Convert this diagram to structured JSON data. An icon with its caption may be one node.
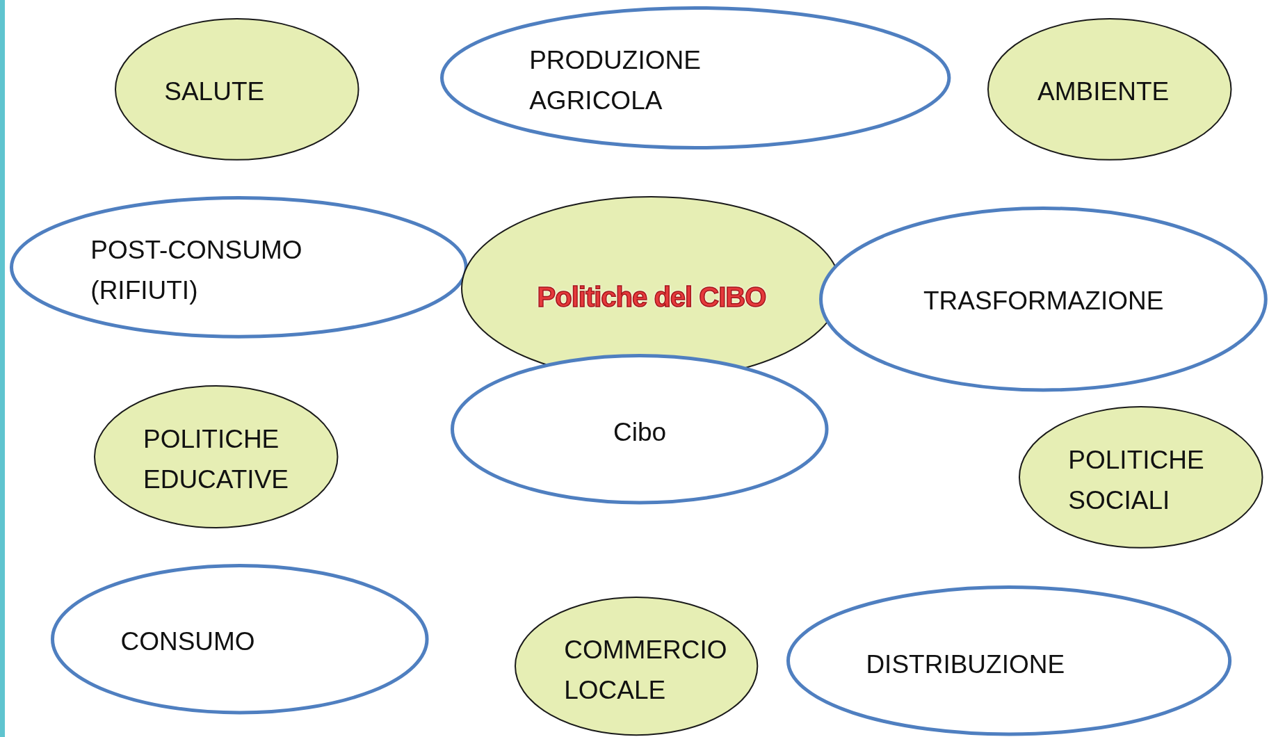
{
  "diagram": {
    "nodes": [
      {
        "text": [
          "SALUTE"
        ]
      },
      {
        "text": [
          "PRODUZIONE AGRICOLA"
        ]
      },
      {
        "text": [
          "AMBIENTE"
        ]
      },
      {
        "text": [
          "POST-CONSUMO (RIFIUTI)"
        ]
      },
      {
        "text": [
          "Politiche del CIBO"
        ]
      },
      {
        "text": [
          "TRASFORMAZIONE"
        ]
      },
      {
        "text": [
          "Cibo"
        ]
      },
      {
        "text": [
          "POLITICHE EDUCATIVE"
        ]
      },
      {
        "text": [
          "POLITICHE SOCIALI"
        ]
      },
      {
        "text": [
          "CONSUMO"
        ]
      },
      {
        "text": [
          "COMMERCIO LOCALE"
        ]
      },
      {
        "text": [
          "DISTRIBUZIONE"
        ]
      }
    ]
  }
}
